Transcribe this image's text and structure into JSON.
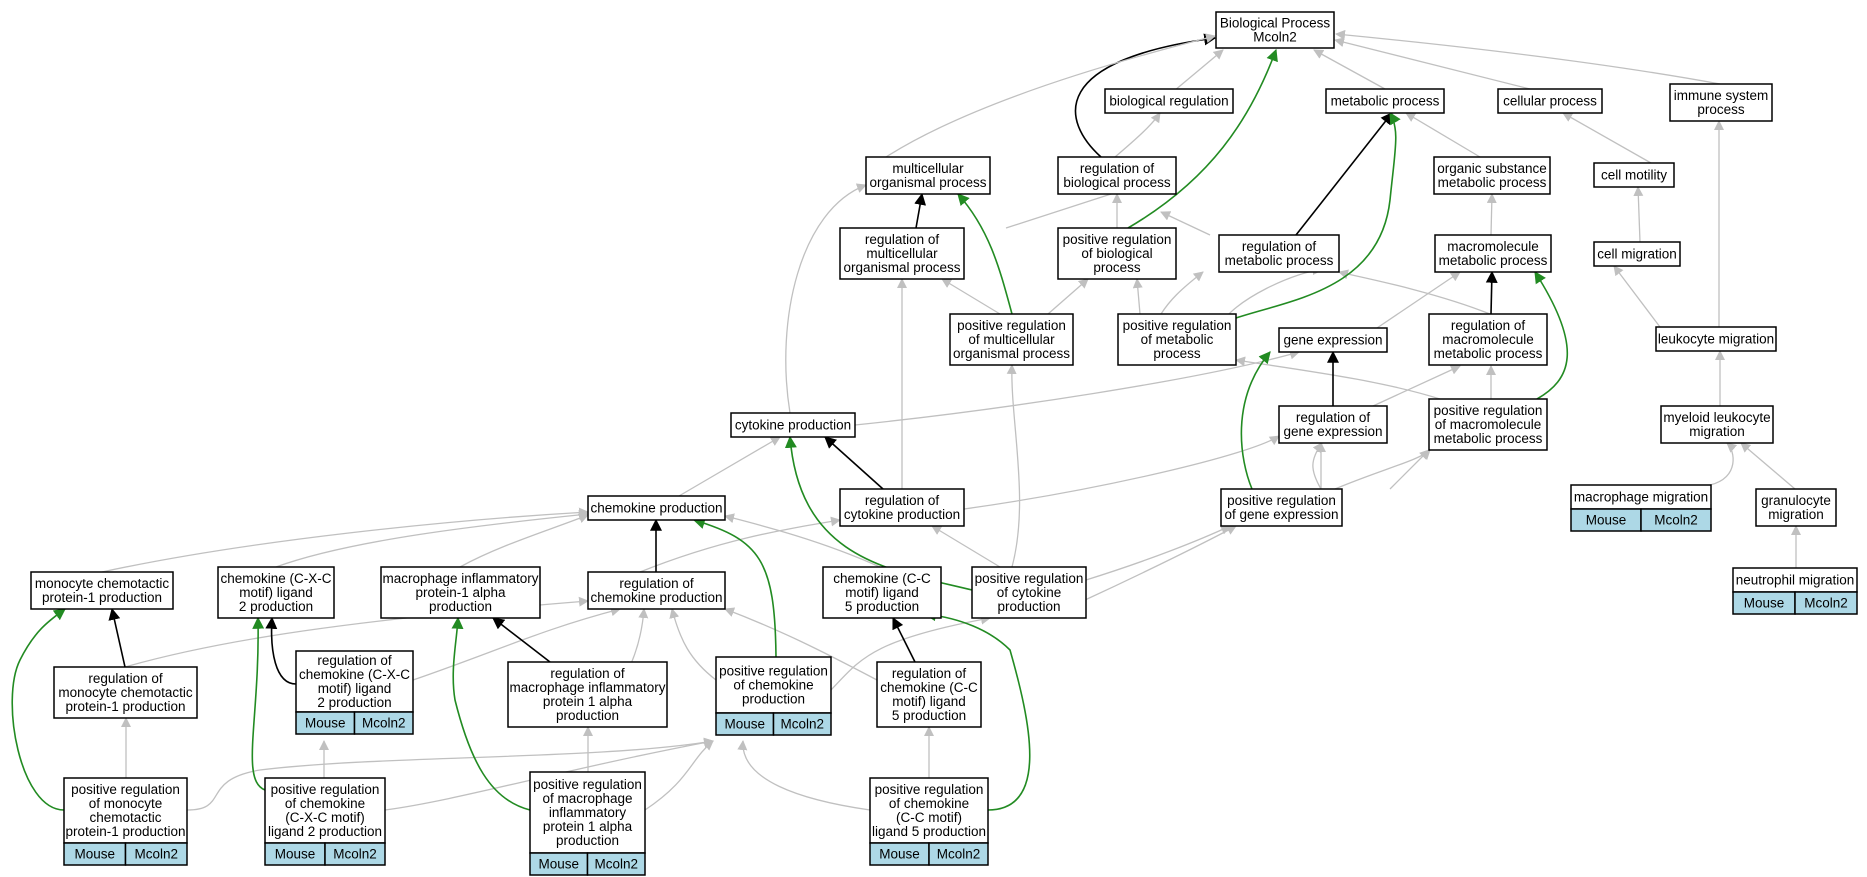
{
  "nodes": {
    "n_bp": {
      "lines": [
        "Biological Process",
        "Mcoln2"
      ]
    },
    "n_breg": {
      "lines": [
        "biological regulation"
      ]
    },
    "n_met": {
      "lines": [
        "metabolic process"
      ]
    },
    "n_cell": {
      "lines": [
        "cellular process"
      ]
    },
    "n_immune": {
      "lines": [
        "immune system",
        "process"
      ]
    },
    "n_multi": {
      "lines": [
        "multicellular",
        "organismal process"
      ]
    },
    "n_regbio": {
      "lines": [
        "regulation of",
        "biological process"
      ]
    },
    "n_orgsub": {
      "lines": [
        "organic substance",
        "metabolic process"
      ]
    },
    "n_cmot": {
      "lines": [
        "cell motility"
      ]
    },
    "n_regmulti": {
      "lines": [
        "regulation of",
        "multicellular",
        "organismal process"
      ]
    },
    "n_posregbio": {
      "lines": [
        "positive regulation",
        "of biological",
        "process"
      ]
    },
    "n_regmet": {
      "lines": [
        "regulation of",
        "metabolic process"
      ]
    },
    "n_macromet": {
      "lines": [
        "macromolecule",
        "metabolic process"
      ]
    },
    "n_cmig": {
      "lines": [
        "cell migration"
      ]
    },
    "n_posregmulti": {
      "lines": [
        "positive regulation",
        "of multicellular",
        "organismal process"
      ]
    },
    "n_posregmet": {
      "lines": [
        "positive regulation",
        "of metabolic",
        "process"
      ]
    },
    "n_geneexp": {
      "lines": [
        "gene expression"
      ]
    },
    "n_regmacro": {
      "lines": [
        "regulation of",
        "macromolecule",
        "metabolic process"
      ]
    },
    "n_leuk": {
      "lines": [
        "leukocyte migration"
      ]
    },
    "n_cyto": {
      "lines": [
        "cytokine production"
      ]
    },
    "n_reggene": {
      "lines": [
        "regulation of",
        "gene expression"
      ]
    },
    "n_posregmacro": {
      "lines": [
        "positive regulation",
        "of macromolecule",
        "metabolic process"
      ]
    },
    "n_myel": {
      "lines": [
        "myeloid leukocyte",
        "migration"
      ]
    },
    "n_chemo": {
      "lines": [
        "chemokine production"
      ]
    },
    "n_regcyto": {
      "lines": [
        "regulation of",
        "cytokine production"
      ]
    },
    "n_posreggene": {
      "lines": [
        "positive regulation",
        "of gene expression"
      ]
    },
    "n_macmig": {
      "lines": [
        "macrophage migration"
      ]
    },
    "n_gran": {
      "lines": [
        "granulocyte",
        "migration"
      ]
    },
    "n_mcp": {
      "lines": [
        "monocyte chemotactic",
        "protein-1 production"
      ]
    },
    "n_cxc": {
      "lines": [
        "chemokine (C-X-C",
        "motif) ligand",
        "2 production"
      ]
    },
    "n_mip": {
      "lines": [
        "macrophage inflammatory",
        "protein-1 alpha",
        "production"
      ]
    },
    "n_regchemo": {
      "lines": [
        "regulation of",
        "chemokine production"
      ]
    },
    "n_cc": {
      "lines": [
        "chemokine (C-C",
        "motif) ligand",
        "5 production"
      ]
    },
    "n_posregcyto": {
      "lines": [
        "positive regulation",
        "of cytokine",
        "production"
      ]
    },
    "n_neut": {
      "lines": [
        "neutrophil migration"
      ]
    },
    "n_regmcp": {
      "lines": [
        "regulation of",
        "monocyte chemotactic",
        "protein-1 production"
      ]
    },
    "n_regcxc": {
      "lines": [
        "regulation of",
        "chemokine (C-X-C",
        "motif) ligand",
        "2 production"
      ]
    },
    "n_regmip": {
      "lines": [
        "regulation of",
        "macrophage inflammatory",
        "protein 1 alpha",
        "production"
      ]
    },
    "n_posregchemo": {
      "lines": [
        "positive regulation",
        "of chemokine",
        "production"
      ]
    },
    "n_regcc": {
      "lines": [
        "regulation of",
        "chemokine (C-C",
        "motif) ligand",
        "5 production"
      ]
    },
    "n_posregmcp": {
      "lines": [
        "positive regulation",
        "of monocyte",
        "chemotactic",
        "protein-1 production"
      ]
    },
    "n_posregcxc": {
      "lines": [
        "positive regulation",
        "of chemokine",
        "(C-X-C motif)",
        "ligand 2 production"
      ]
    },
    "n_posregmip": {
      "lines": [
        "positive regulation",
        "of macrophage",
        "inflammatory",
        "protein 1 alpha",
        "production"
      ]
    },
    "n_posregcc": {
      "lines": [
        "positive regulation",
        "of chemokine",
        "(C-C motif)",
        "ligand 5 production"
      ]
    }
  },
  "gene_annotation": {
    "species": "Mouse",
    "gene": "Mcoln2"
  },
  "colors": {
    "is_a_edge": "#c0c0c0",
    "regulates_edge": "#000000",
    "positively_regulates_edge": "#228b22",
    "annotation_fill": "#add8e6"
  }
}
